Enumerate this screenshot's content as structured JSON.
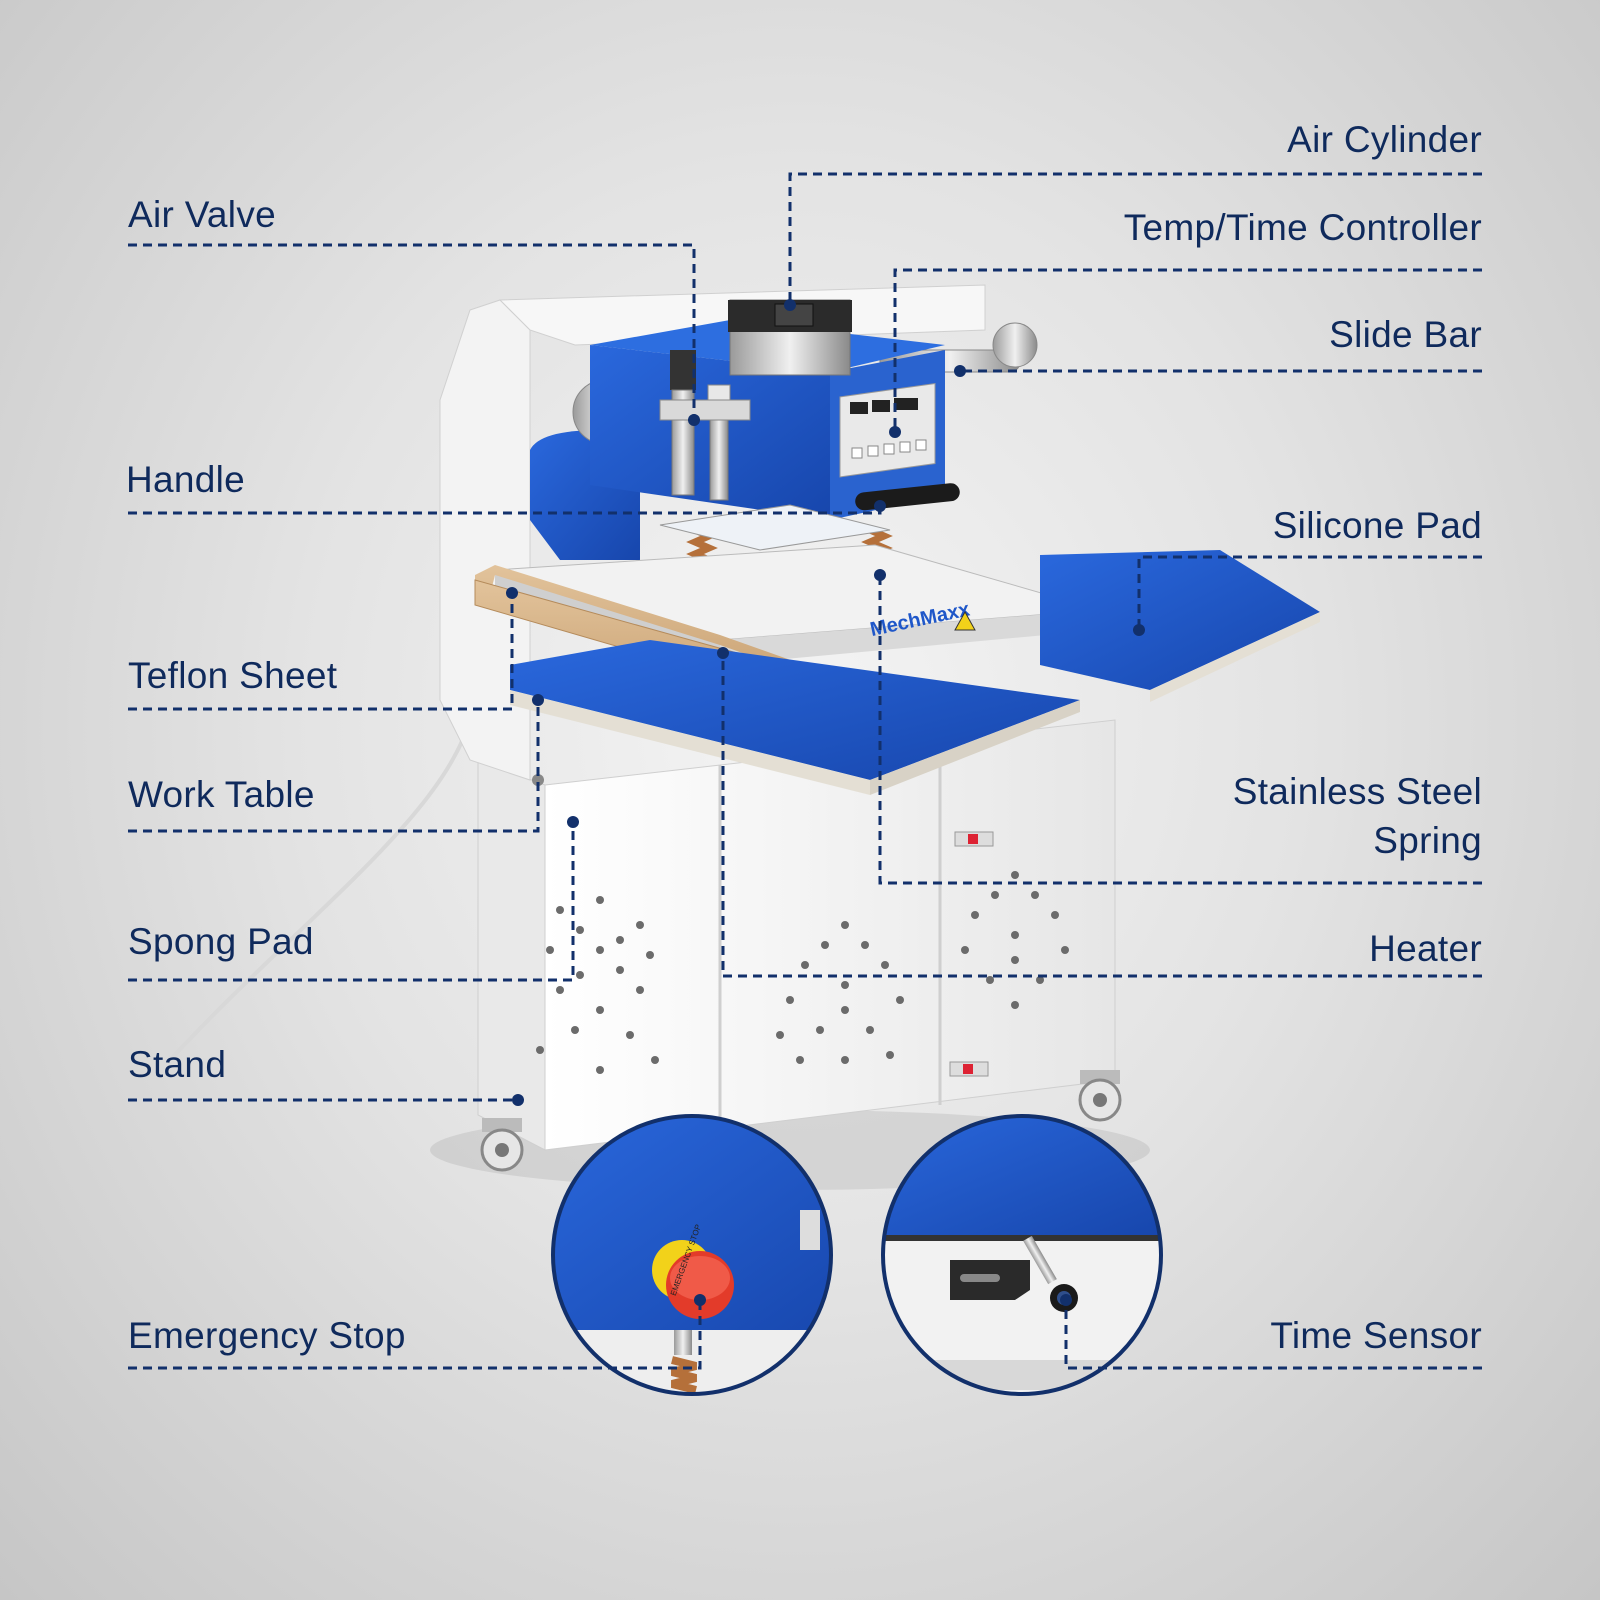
{
  "colors": {
    "label_text": "#0f2a5c",
    "leader_line": "#12306b",
    "machine_blue": "#1f57c9",
    "machine_white": "#f3f3f3",
    "teflon": "#d7b48a",
    "spring": "#b5703a",
    "stop_red": "#e33b2a",
    "stop_yellow": "#f2d21a"
  },
  "labels": {
    "air_cylinder": "Air Cylinder",
    "air_valve": "Air Valve",
    "temp_time_controller": "Temp/Time Controller",
    "slide_bar": "Slide Bar",
    "handle": "Handle",
    "silicone_pad": "Silicone Pad",
    "teflon_sheet": "Teflon Sheet",
    "work_table": "Work Table",
    "stainless_steel_spring_line1": "Stainless Steel",
    "stainless_steel_spring_line2": "Spring",
    "spong_pad": "Spong Pad",
    "heater": "Heater",
    "stand": "Stand",
    "emergency_stop": "Emergency Stop",
    "time_sensor": "Time Sensor"
  },
  "product": {
    "brand": "MechMaxx",
    "stop_button_text": "EMERGENCY STOP"
  }
}
